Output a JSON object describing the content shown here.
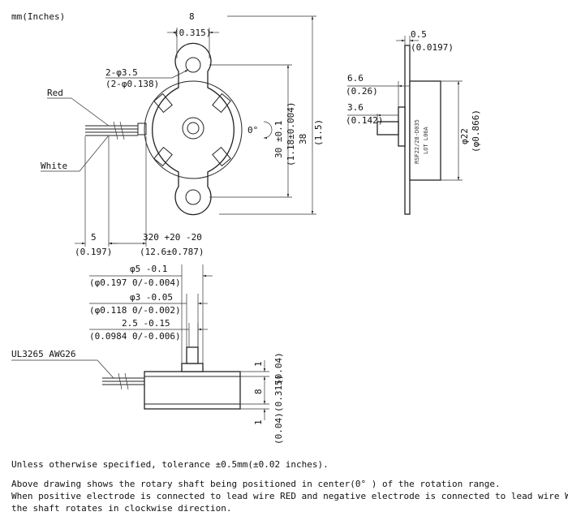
{
  "units_label": "mm(Inches)",
  "front_view": {
    "dim_width": "8",
    "dim_width_in": "(0.315)",
    "dim_hole": "2-φ3.5",
    "dim_hole_in": "(2-φ0.138)",
    "wire_red": "Red",
    "wire_white": "White",
    "angle_label": "0°",
    "dim_hole_pitch": "30 ±0.1",
    "dim_hole_pitch_in": "(1.18±0.004)",
    "dim_height": "38",
    "dim_height_in": "(1.5)",
    "dim_strip": "5",
    "dim_strip_in": "(0.197)",
    "dim_lead": "320 +20 -20",
    "dim_lead_in": "(12.6±0.787)"
  },
  "side_view": {
    "dim_plate": "0.5",
    "dim_plate_in": "(0.0197)",
    "dim_boss": "6.6",
    "dim_boss_in": "(0.26)",
    "dim_shaft_len": "3.6",
    "dim_shaft_len_in": "(0.142)",
    "dim_dia": "φ22",
    "dim_dia_in": "(φ0.866)",
    "label_line1": "RSF22/28-D035",
    "label_line2": "LOT L06A"
  },
  "bottom_view": {
    "dim_boss_dia": "φ5 -0.1",
    "dim_boss_dia_in": "(φ0.197 0/-0.004)",
    "dim_shaft_dia": "φ3 -0.05",
    "dim_shaft_dia_in": "(φ0.118 0/-0.002)",
    "dim_flat": "2.5 -0.15",
    "dim_flat_in": "(0.0984 0/-0.006)",
    "cable": "UL3265 AWG26",
    "dim_top": "1",
    "dim_top_in": "(0.04)",
    "dim_body": "8",
    "dim_body_in": "(0.315)",
    "dim_bottom": "1",
    "dim_bottom_in": "(0.04)"
  },
  "notes": {
    "tolerance": "Unless otherwise specified, tolerance ±0.5mm(±0.02 inches).",
    "line1": "Above drawing shows the rotary shaft being positioned in center(0° ) of the rotation range.",
    "line2": "When positive electrode is connected to lead wire RED and negative electrode is connected to lead wire WHITE,",
    "line3": "the shaft rotates in clockwise direction."
  }
}
